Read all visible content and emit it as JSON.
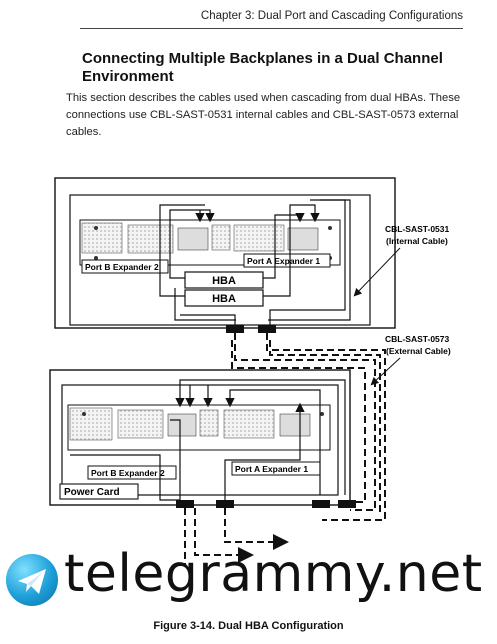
{
  "header": {
    "chapter": "Chapter 3: Dual Port and Cascading Configurations"
  },
  "section": {
    "title": "Connecting Multiple Backplanes in a Dual Channel Environment",
    "body": "This section describes the cables used when cascading from dual HBAs. These connections use CBL-SAST-0531 internal cables and CBL-SAST-0573 external cables."
  },
  "diagram": {
    "top": {
      "expander_b": "Port B Expander 2",
      "expander_a": "Port A Expander 1",
      "hba_1": "HBA",
      "hba_2": "HBA"
    },
    "bottom": {
      "expander_b": "Port B Expander 2",
      "expander_a": "Port A Expander 1",
      "power_card": "Power Card"
    },
    "callouts": {
      "internal_line1": "CBL-SAST-0531",
      "internal_line2": "(Internal Cable)",
      "external_line1": "CBL-SAST-0573",
      "external_line2": "(External Cable)"
    }
  },
  "watermark": {
    "text": "telegrammy.net",
    "logo_icon": "paper-plane-icon"
  },
  "caption": "Figure 3-14. Dual HBA Configuration"
}
